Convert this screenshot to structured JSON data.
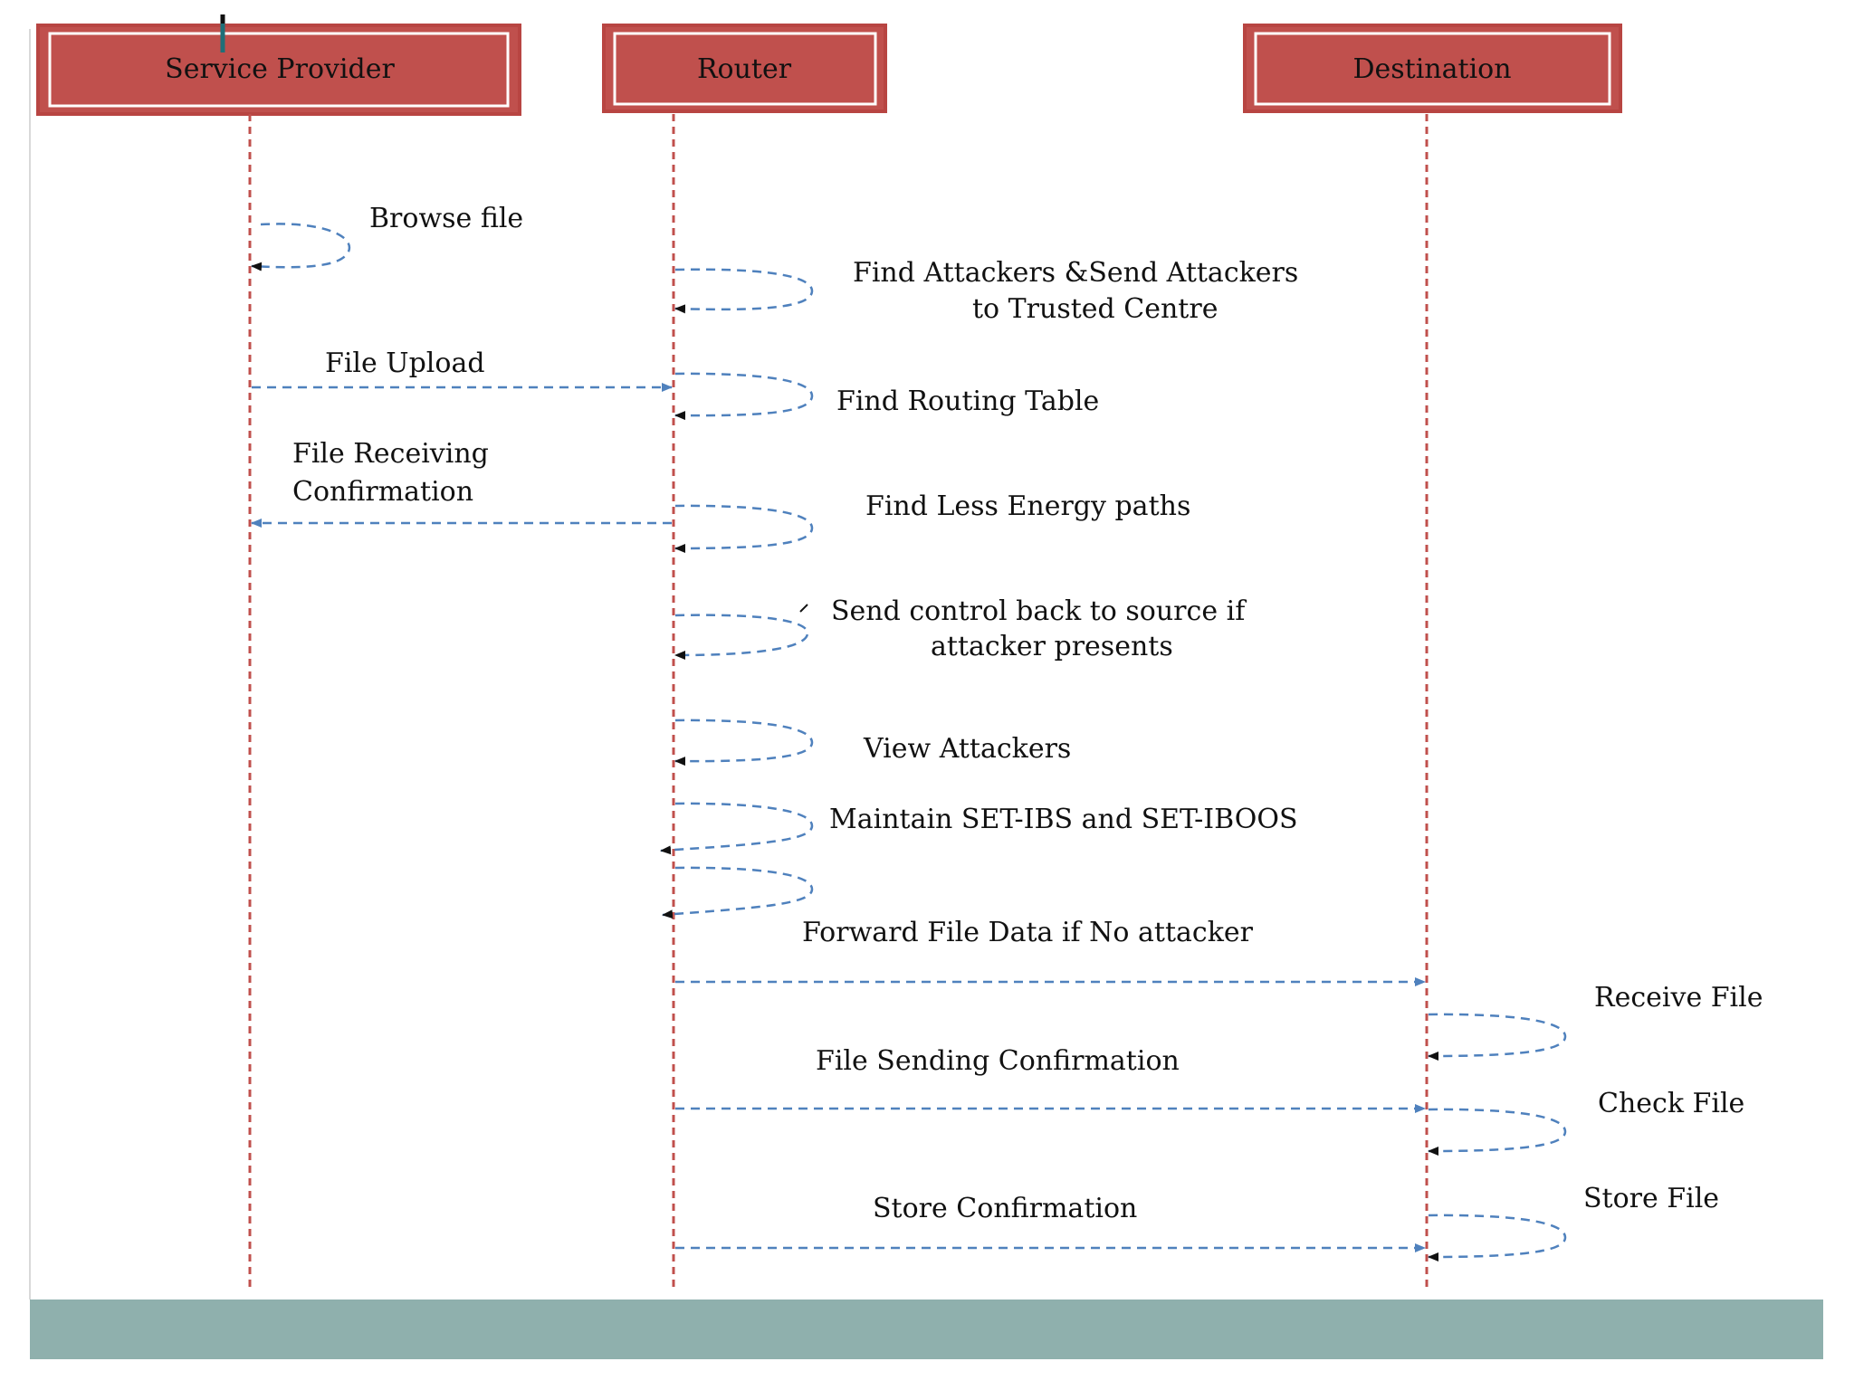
{
  "colors": {
    "box_fill": "#c0504d",
    "box_border": "#b84542",
    "box_inner": "#ffffff",
    "lifeline": "#c0504d",
    "arrow_dash": "#4f81bd",
    "arrowhead": "#111111",
    "footer": "#8fb0ad",
    "background": "#ffffff"
  },
  "participants": {
    "service_provider": "Service Provider",
    "router": "Router",
    "destination": "Destination"
  },
  "messages": {
    "browse_file": "Browse file",
    "find_attackers_1": "Find  Attackers  &Send  Attackers",
    "find_attackers_2": "to  Trusted  Centre",
    "file_upload": "File  Upload",
    "find_routing_table": "Find  Routing  Table",
    "file_receiving_1": "File  Receiving",
    "file_receiving_2": "Confirmation",
    "find_less_energy": "Find  Less  Energy  paths",
    "send_control_1": "Send  control back to source if",
    "send_control_2": "attacker  presents",
    "view_attackers": "View  Attackers",
    "maintain_set": "Maintain SET-IBS and SET-IBOOS",
    "forward_file": "Forward  File  Data  if No  attacker",
    "receive_file": "Receive  File",
    "file_sending": "File  Sending  Confirmation",
    "check_file": "Check  File",
    "store_confirmation": "Store  Confirmation",
    "store_file": "Store  File"
  }
}
